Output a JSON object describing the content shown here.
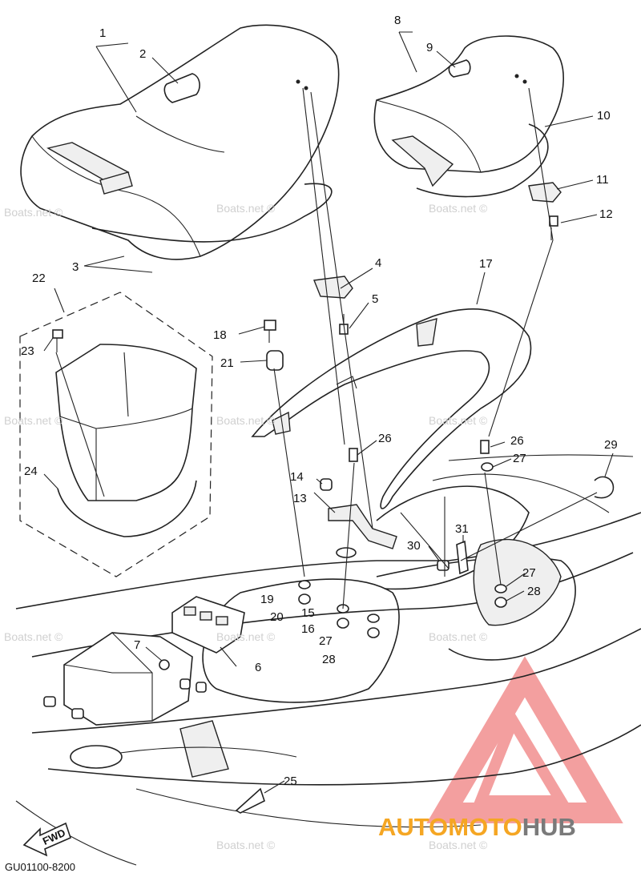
{
  "watermark": {
    "site": "Boats.net ©",
    "brand_first": "AUTOMOTO",
    "brand_second": "HUB"
  },
  "diagram_code": "GU01100-8200",
  "fwd_label": "FWD",
  "colors": {
    "brand_orange": "#f5a623",
    "brand_gray": "#7a7a7a",
    "logo_red": "#f08080",
    "line": "#222222"
  },
  "callouts": {
    "c1": "1",
    "c2": "2",
    "c3": "3",
    "c4": "4",
    "c5": "5",
    "c6": "6",
    "c7": "7",
    "c8": "8",
    "c9": "9",
    "c10": "10",
    "c11": "11",
    "c12": "12",
    "c13": "13",
    "c14": "14",
    "c15": "15",
    "c16": "16",
    "c17": "17",
    "c18": "18",
    "c19": "19",
    "c20": "20",
    "c21": "21",
    "c22": "22",
    "c23": "23",
    "c24": "24",
    "c25": "25",
    "c26a": "26",
    "c26b": "26",
    "c27a": "27",
    "c27b": "27",
    "c27c": "27",
    "c28a": "28",
    "c28b": "28",
    "c29": "29",
    "c30": "30",
    "c31": "31"
  }
}
